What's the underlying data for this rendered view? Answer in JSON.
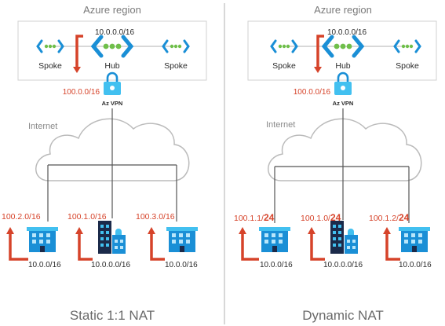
{
  "colors": {
    "accent_red": "#d6432a",
    "azure_blue": "#1a8fd6",
    "cyan": "#42c0f0",
    "navy": "#1b2a4a",
    "line_gray": "#555555",
    "text_gray": "#7a7a7a",
    "text_dark": "#2a2a2a"
  },
  "panels": [
    {
      "region_label": "Azure region",
      "hub_cidr": "10.0.0.0/16",
      "spoke_left_label": "Spoke",
      "hub_label": "Hub",
      "spoke_right_label": "Spoke",
      "vpn_cidr": "100.0.0/16",
      "vpn_label": "Az VPN",
      "internet_label": "Internet",
      "sites": [
        {
          "nat_prefix": "100.2.0/16",
          "nat_suffix": "",
          "local_cidr": "10.0.0/16",
          "icon": "office-building-icon"
        },
        {
          "nat_prefix": "100.1.0/16",
          "nat_suffix": "",
          "local_cidr": "10.0.0.0/16",
          "icon": "city-building-icon"
        },
        {
          "nat_prefix": "100.3.0/16",
          "nat_suffix": "",
          "local_cidr": "10.0.0/16",
          "icon": "office-building-icon"
        }
      ],
      "caption": "Static 1:1 NAT"
    },
    {
      "region_label": "Azure region",
      "hub_cidr": "10.0.0.0/16",
      "spoke_left_label": "Spoke",
      "hub_label": "Hub",
      "spoke_right_label": "Spoke",
      "vpn_cidr": "100.0.0/16",
      "vpn_label": "Az VPN",
      "internet_label": "Internet",
      "sites": [
        {
          "nat_prefix": "100.1.1/",
          "nat_suffix": "24",
          "local_cidr": "10.0.0/16",
          "icon": "office-building-icon"
        },
        {
          "nat_prefix": "100.1.0/",
          "nat_suffix": "24",
          "local_cidr": "10.0.0.0/16",
          "icon": "city-building-icon"
        },
        {
          "nat_prefix": "100.1.2/",
          "nat_suffix": "24",
          "local_cidr": "10.0.0/16",
          "icon": "office-building-icon"
        }
      ],
      "caption": "Dynamic NAT"
    }
  ]
}
